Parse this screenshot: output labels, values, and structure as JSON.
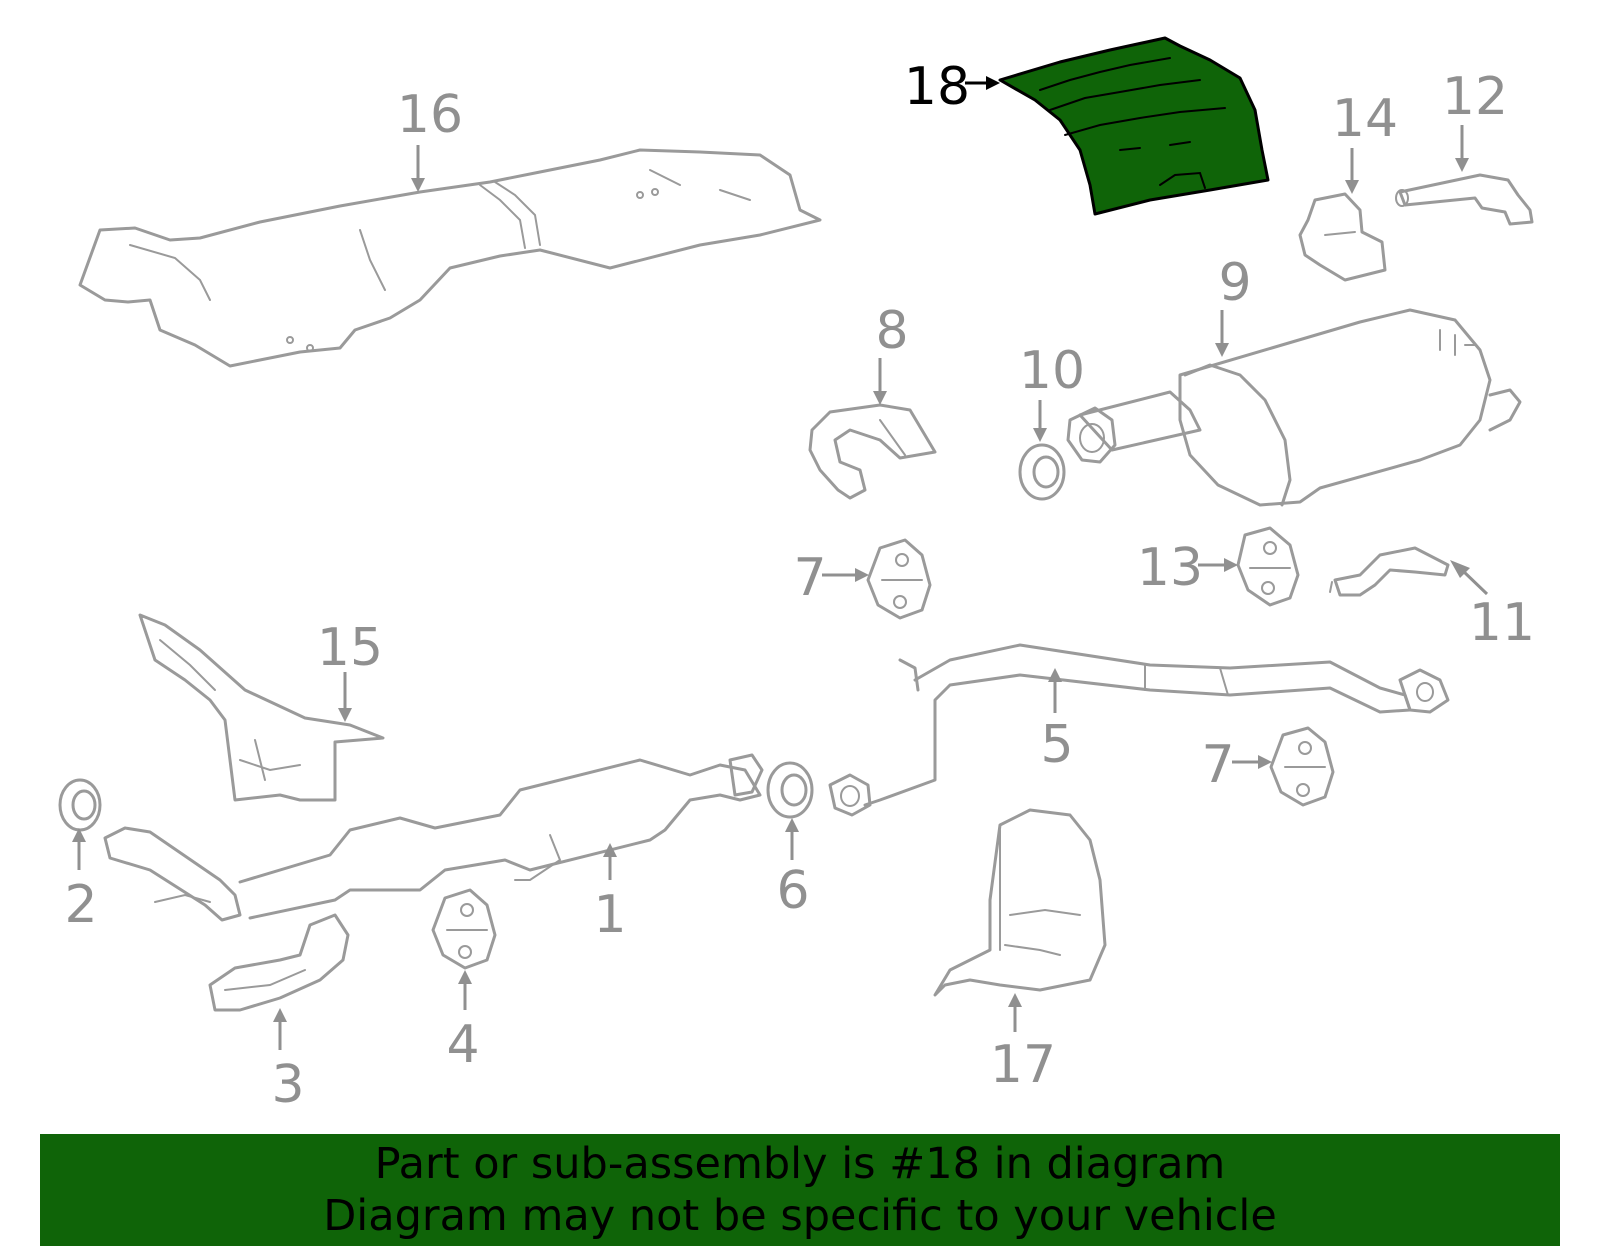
{
  "diagram": {
    "highlight_color": "#0f6408",
    "highlighted_part": "18",
    "callouts": [
      {
        "id": "1",
        "label": "1"
      },
      {
        "id": "2",
        "label": "2"
      },
      {
        "id": "3",
        "label": "3"
      },
      {
        "id": "4",
        "label": "4"
      },
      {
        "id": "5",
        "label": "5"
      },
      {
        "id": "6",
        "label": "6"
      },
      {
        "id": "7a",
        "label": "7"
      },
      {
        "id": "7b",
        "label": "7"
      },
      {
        "id": "8",
        "label": "8"
      },
      {
        "id": "9",
        "label": "9"
      },
      {
        "id": "10",
        "label": "10"
      },
      {
        "id": "11",
        "label": "11"
      },
      {
        "id": "12",
        "label": "12"
      },
      {
        "id": "13",
        "label": "13"
      },
      {
        "id": "14",
        "label": "14"
      },
      {
        "id": "15",
        "label": "15"
      },
      {
        "id": "16",
        "label": "16"
      },
      {
        "id": "17",
        "label": "17"
      },
      {
        "id": "18",
        "label": "18"
      }
    ]
  },
  "banner": {
    "line1": "Part or sub-assembly is #18 in diagram",
    "line2": "Diagram may not be specific to your vehicle",
    "background": "#0f6408"
  }
}
